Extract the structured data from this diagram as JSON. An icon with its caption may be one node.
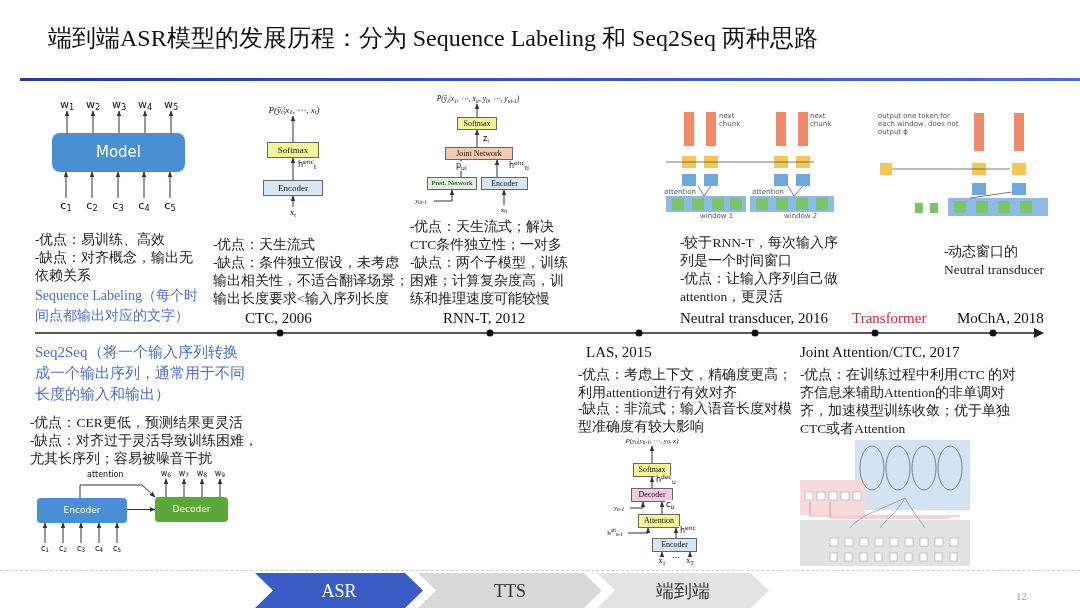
{
  "diagram": {
    "title": "端到端ASR模型的发展历程：分为 Sequence Labeling 和 Seq2Seq 两种思路",
    "nodes": [
      {
        "text": [
          "Model"
        ]
      },
      {
        "text": [
          "Softmax"
        ]
      },
      {
        "text": [
          "Encoder"
        ]
      },
      {
        "text": [
          "Softmax"
        ]
      },
      {
        "text": [
          "Joint Network"
        ]
      },
      {
        "text": [
          "Pred. Network"
        ]
      },
      {
        "text": [
          "Encoder"
        ]
      },
      {
        "text": [],
        "shape": "picture"
      },
      {
        "text": [],
        "shape": "picture"
      },
      {
        "text": [
          "Encoder"
        ]
      },
      {
        "text": [
          "Decoder"
        ]
      },
      {
        "text": [
          "Softmax"
        ]
      },
      {
        "text": [
          "Decoder"
        ]
      },
      {
        "text": [
          "Attention"
        ]
      },
      {
        "text": [
          "Encoder"
        ]
      },
      {
        "text": [],
        "shape": "picture"
      },
      {
        "text": [
          "ASR"
        ]
      },
      {
        "text": [
          "TTS"
        ]
      },
      {
        "text": [
          "端到端"
        ]
      },
      {
        "text": [
          "w$_{1}$"
        ]
      },
      {
        "text": [
          "w$_{2}$"
        ]
      },
      {
        "text": [
          "w$_{3}$"
        ]
      },
      {
        "text": [
          "w$_{4}$"
        ]
      },
      {
        "text": [
          "w$_{5}$"
        ]
      },
      {
        "text": [
          "c$_{1}$"
        ]
      },
      {
        "text": [
          "c$_{2}$"
        ]
      },
      {
        "text": [
          "c$_{3}$"
        ]
      },
      {
        "text": [
          "c$_{4}$"
        ]
      },
      {
        "text": [
          "c$_{5}$"
        ]
      },
      {
        "text": [
          "P(ŷ$_{t}$|x$_{1}$, ⋯, x$_{t}$)"
        ]
      },
      {
        "text": [
          "x$_{t}$"
        ]
      },
      {
        "text": [
          "P(ŷ$_{i}$|x$_{1}$, ⋯, x$_{ti}$, y$_{0}$, ⋯, y$_{ui-1}$)"
        ]
      },
      {
        "text": [
          "y$_{ui-1}$"
        ]
      },
      {
        "text": [
          "x$_{ti}$"
        ]
      },
      {
        "text": [
          "w$_{6}$"
        ]
      },
      {
        "text": [
          "w$_{7}$"
        ]
      },
      {
        "text": [
          "w$_{8}$"
        ]
      },
      {
        "text": [
          "w$_{9}$"
        ]
      },
      {
        "text": [
          "c$_{1}$"
        ]
      },
      {
        "text": [
          "c$_{2}$"
        ]
      },
      {
        "text": [
          "c$_{3}$"
        ]
      },
      {
        "text": [
          "c$_{4}$"
        ]
      },
      {
        "text": [
          "c$_{5}$"
        ]
      },
      {
        "text": [
          "P(y$_{u}$|y$_{u-1}$, ⋯, y$_{0}$, x)"
        ]
      },
      {
        "text": [
          "y$_{u-1}$"
        ]
      },
      {
        "text": [
          "h$^{att}$$_{u-1}$"
        ]
      },
      {
        "text": [
          "x$_{1}$"
        ]
      },
      {
        "text": [
          "x$_{T}$"
        ]
      }
    ],
    "edges": [
      {
        "from": 24,
        "to": 0,
        "arrow": "to"
      },
      {
        "from": 25,
        "to": 0,
        "arrow": "to"
      },
      {
        "from": 26,
        "to": 0,
        "arrow": "to"
      },
      {
        "from": 27,
        "to": 0,
        "arrow": "to"
      },
      {
        "from": 28,
        "to": 0,
        "arrow": "to"
      },
      {
        "from": 0,
        "to": 19,
        "arrow": "to"
      },
      {
        "from": 0,
        "to": 20,
        "arrow": "to"
      },
      {
        "from": 0,
        "to": 21,
        "arrow": "to"
      },
      {
        "from": 0,
        "to": 22,
        "arrow": "to"
      },
      {
        "from": 0,
        "to": 23,
        "arrow": "to"
      },
      {
        "from": 30,
        "to": 2,
        "arrow": "to"
      },
      {
        "from": 2,
        "to": 1,
        "arrow": "to",
        "label": "h$^{enc}$$_{t}$"
      },
      {
        "from": 1,
        "to": 29,
        "arrow": "to"
      },
      {
        "from": 33,
        "to": 6,
        "arrow": "to"
      },
      {
        "from": 32,
        "to": 5,
        "arrow": "to"
      },
      {
        "from": 5,
        "to": 4,
        "arrow": "to",
        "label": "p$_{ui}$"
      },
      {
        "from": 6,
        "to": 4,
        "arrow": "to",
        "label": "h$^{enc}$$_{ti}$"
      },
      {
        "from": 4,
        "to": 3,
        "arrow": "to",
        "label": "z$_{i}$"
      },
      {
        "from": 3,
        "to": 31,
        "arrow": "to"
      },
      {
        "from": 9,
        "to": 10,
        "arrow": "to"
      },
      {
        "from": 9,
        "to": 10,
        "arrow": "to",
        "label": "attention"
      },
      {
        "from": 38,
        "to": 9,
        "arrow": "to"
      },
      {
        "from": 39,
        "to": 9,
        "arrow": "to"
      },
      {
        "from": 40,
        "to": 9,
        "arrow": "to"
      },
      {
        "from": 41,
        "to": 9,
        "arrow": "to"
      },
      {
        "from": 42,
        "to": 9,
        "arrow": "to"
      },
      {
        "from": 10,
        "to": 34,
        "arrow": "to"
      },
      {
        "from": 10,
        "to": 35,
        "arrow": "to"
      },
      {
        "from": 10,
        "to": 36,
        "arrow": "to"
      },
      {
        "from": 10,
        "to": 37,
        "arrow": "to"
      },
      {
        "from": 46,
        "to": 14,
        "arrow": "to"
      },
      {
        "from": 47,
        "to": 14,
        "arrow": "to"
      },
      {
        "from": 14,
        "to": 13,
        "arrow": "to",
        "label": "h$^{enc}$"
      },
      {
        "from": 45,
        "to": 13,
        "arrow": "to"
      },
      {
        "from": 13,
        "to": 12,
        "arrow": "to",
        "label": "c$_{u}$"
      },
      {
        "from": 44,
        "to": 12,
        "arrow": "to"
      },
      {
        "from": 12,
        "to": 11,
        "arrow": "to",
        "label": "h$^{dec}$$_{u}$"
      },
      {
        "from": 11,
        "to": 43,
        "arrow": "to"
      }
    ],
    "labels": [
      "-优点：易训练、高效",
      "-缺点：对齐概念，输出无依赖关系",
      "Sequence Labeling（每个时间点都输出对应的文字）",
      "-优点：天生流式",
      "-缺点：条件独立假设，未考虑输出相关性，不适合翻译场景；输出长度要求<输入序列长度",
      "CTC, 2006",
      "-优点：天生流式；解决CTC条件独立性；一对多",
      "-缺点：两个子模型，训练困难；计算复杂度高，训练和推理速度可能较慢",
      "RNN-T, 2012",
      "-较于RNN-T，每次输入序列是一个时间窗口",
      "-优点：让输入序列自己做attention，更灵活",
      "Neutral transducer, 2016",
      "-动态窗口的 Neutral transducer",
      "Transformer",
      "MoChA, 2018",
      "Seq2Seq（将一个输入序列转换成一个输出序列，通常用于不同长度的输入和输出）",
      "-优点：CER更低，预测结果更灵活",
      "-缺点：对齐过于灵活导致训练困难，尤其长序列；容易被噪音干扰",
      "LAS, 2015",
      "-优点：考虑上下文，精确度更高；利用attention进行有效对齐",
      "-缺点：非流式；输入语音长度对模型准确度有较大影响",
      "⋯",
      "Joint Attention/CTC, 2017",
      "-优点：在训练过程中利用CTC 的对齐信息来辅助Attention的非单调对齐，加速模型训练收敛；优于单独CTC或者Attention",
      "12",
      "next chunk",
      "next chunk",
      "attention",
      "attention",
      "window 1",
      "window 2",
      "output one token for each window, does not output ϕ"
    ]
  }
}
